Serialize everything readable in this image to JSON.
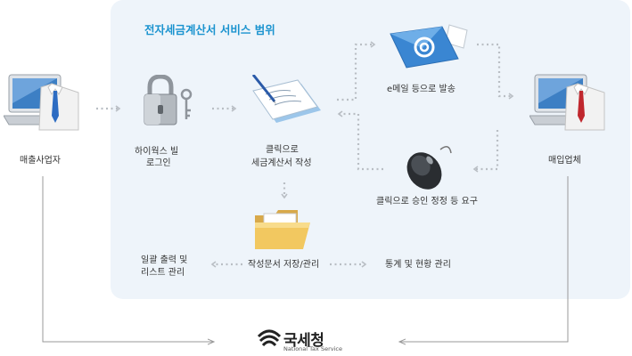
{
  "diagram": {
    "title": "전자세금계산서 서비스 범위",
    "nodes": {
      "seller": "매출사업자",
      "login": [
        "하이웍스 빌",
        "로그인"
      ],
      "write": [
        "클릭으로",
        "세금계산서 작성"
      ],
      "email": "e메일 등으로 발송",
      "request": "클릭으로 승인 정정 등 요구",
      "buyer": "매입업체",
      "storage": "작성문서 저장/관리",
      "print": [
        "일괄 출력 및",
        "리스트 관리"
      ],
      "stats": "통계 및 현황 관리"
    },
    "logo": {
      "name": "국세청",
      "subtitle": "National Tax Service"
    }
  },
  "colors": {
    "scope_bg": "#eef4fa",
    "title": "#1a93cf",
    "arrow": "#b9bec4",
    "connector": "#999999"
  },
  "icons": {
    "seller": "laptop-blue-tie-icon",
    "login": "padlock-key-icon",
    "write": "document-pen-icon",
    "email": "email-at-icon",
    "request": "mouse-icon",
    "buyer": "laptop-red-tie-icon",
    "storage": "folder-icon",
    "logo": "nts-emblem-icon"
  }
}
